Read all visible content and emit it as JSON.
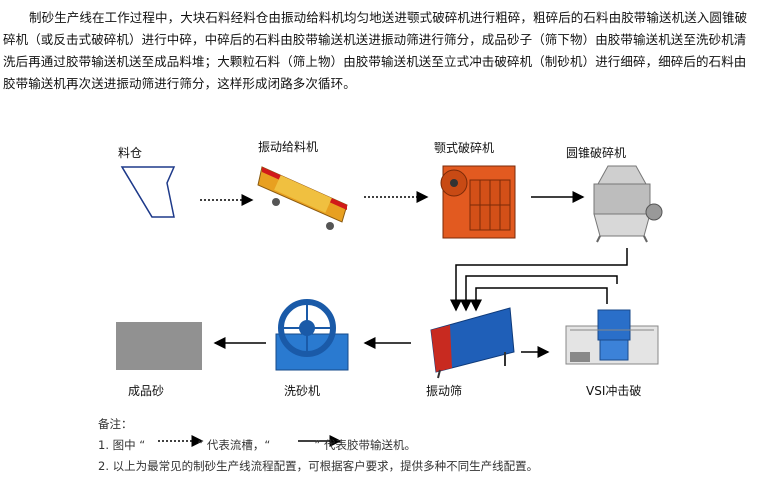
{
  "intro_text": "制砂生产线在工作过程中，大块石料经料仓由振动给料机均匀地送进颚式破碎机进行粗碎，粗碎后的石料由胶带输送机送入圆锥破碎机（或反击式破碎机）进行中碎，中碎后的石料由胶带输送机送进振动筛进行筛分，成品砂子（筛下物）由胶带输送机送至洗砂机清洗后再通过胶带输送机送至成品料堆；大颗粒石料（筛上物）由胶带输送机送至立式冲击破碎机（制砂机）进行细碎，细碎后的石料由胶带输送机再次送进振动筛进行筛分，这样形成闭路多次循环。",
  "stages": {
    "hopper": "料仓",
    "feeder": "振动给料机",
    "jaw": "颚式破碎机",
    "cone": "圆锥破碎机",
    "vsi": "VSI冲击破",
    "screen": "振动筛",
    "washer": "洗砂机",
    "product": "成品砂"
  },
  "notes": {
    "title": "备注：",
    "line1_a": "1. 图中 “",
    "line1_b": "” 代表流槽，“",
    "line1_c": "” 代表胶带输送机。",
    "line2": "2. 以上为最常见的制砂生产线流程配置，可根据客户要求，提供多种不同生产线配置。"
  },
  "colors": {
    "feeder": "#e8a020",
    "jaw": "#e25a20",
    "cone": "#c8c8c8",
    "vsi": "#2a6fc9",
    "screen": "#1f5fb8",
    "washer": "#2a7ad0",
    "sand": "#8a8a8a"
  }
}
